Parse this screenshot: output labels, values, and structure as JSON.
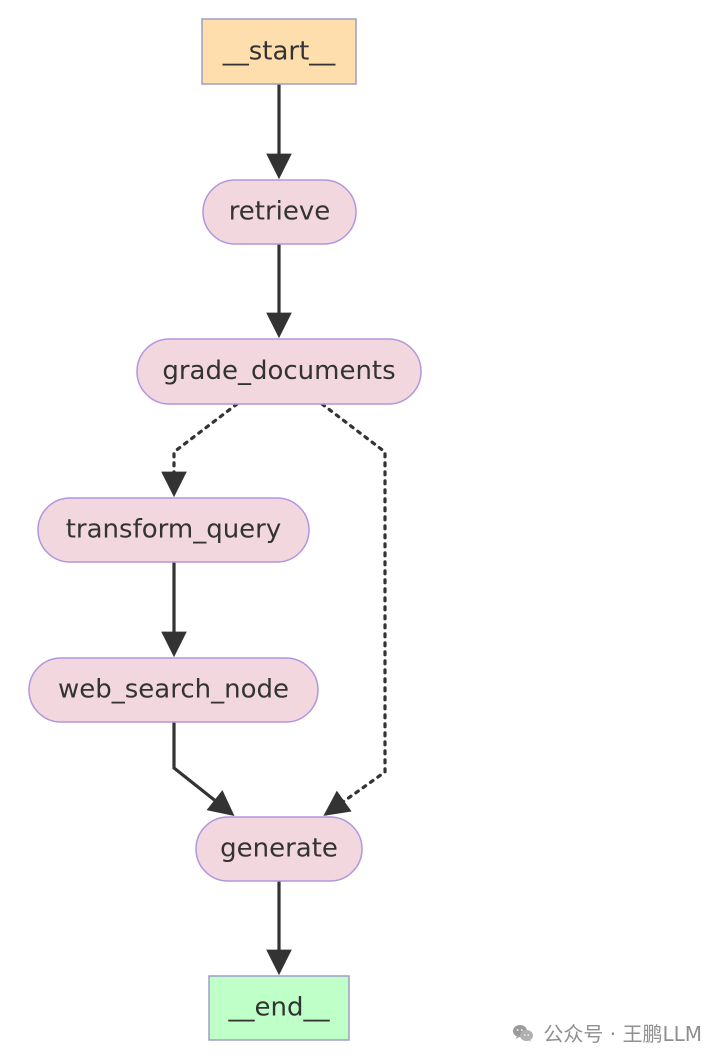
{
  "nodes": {
    "start": {
      "label": "__start__",
      "fill": "#ffdead",
      "stroke": "#9e9ec7"
    },
    "retrieve": {
      "label": "retrieve",
      "fill": "#f2d7df",
      "stroke": "#b196df"
    },
    "grade_documents": {
      "label": "grade_documents",
      "fill": "#f2d7df",
      "stroke": "#b196df"
    },
    "transform_query": {
      "label": "transform_query",
      "fill": "#f2d7df",
      "stroke": "#b196df"
    },
    "web_search_node": {
      "label": "web_search_node",
      "fill": "#f2d7df",
      "stroke": "#b196df"
    },
    "generate": {
      "label": "generate",
      "fill": "#f2d7df",
      "stroke": "#b196df"
    },
    "end": {
      "label": "__end__",
      "fill": "#bfffc8",
      "stroke": "#9e9ec7"
    }
  },
  "edges": [
    {
      "from": "__start__",
      "to": "retrieve",
      "style": "solid"
    },
    {
      "from": "retrieve",
      "to": "grade_documents",
      "style": "solid"
    },
    {
      "from": "grade_documents",
      "to": "transform_query",
      "style": "dotted"
    },
    {
      "from": "grade_documents",
      "to": "generate",
      "style": "dotted"
    },
    {
      "from": "transform_query",
      "to": "web_search_node",
      "style": "solid"
    },
    {
      "from": "web_search_node",
      "to": "generate",
      "style": "solid"
    },
    {
      "from": "generate",
      "to": "__end__",
      "style": "solid"
    }
  ],
  "watermark": {
    "text": "公众号 · 王鹏LLM",
    "icon": "wechat-icon"
  },
  "colors": {
    "edge": "#333333",
    "text": "#333333"
  }
}
